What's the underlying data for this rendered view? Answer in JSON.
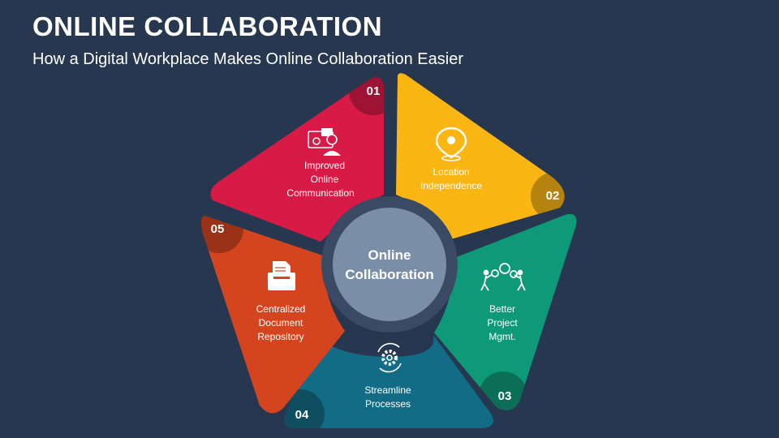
{
  "header": {
    "title": "ONLINE COLLABORATION",
    "subtitle": "How a Digital Workplace Makes Online Collaboration Easier"
  },
  "center": {
    "line1": "Online",
    "line2": "Collaboration"
  },
  "segments": [
    {
      "number": "01",
      "label_lines": [
        "Improved",
        "Online",
        "Communication"
      ],
      "color": "#d81a47",
      "icon": "video-conference-icon"
    },
    {
      "number": "02",
      "label_lines": [
        "Location",
        "Independence"
      ],
      "color": "#fbb614",
      "icon": "location-pin-icon"
    },
    {
      "number": "03",
      "label_lines": [
        "Better",
        "Project",
        "Mgmt."
      ],
      "color": "#0e9a78",
      "icon": "team-gears-icon"
    },
    {
      "number": "04",
      "label_lines": [
        "Streamline",
        "Processes"
      ],
      "color": "#136c85",
      "icon": "gear-cycle-icon"
    },
    {
      "number": "05",
      "label_lines": [
        "Centralized",
        "Document",
        "Repository"
      ],
      "color": "#d4451f",
      "icon": "document-tray-icon"
    }
  ],
  "colors": {
    "background": "#26374f",
    "center_fill": "#7b8ea8",
    "center_ring": "#3b4a63"
  }
}
